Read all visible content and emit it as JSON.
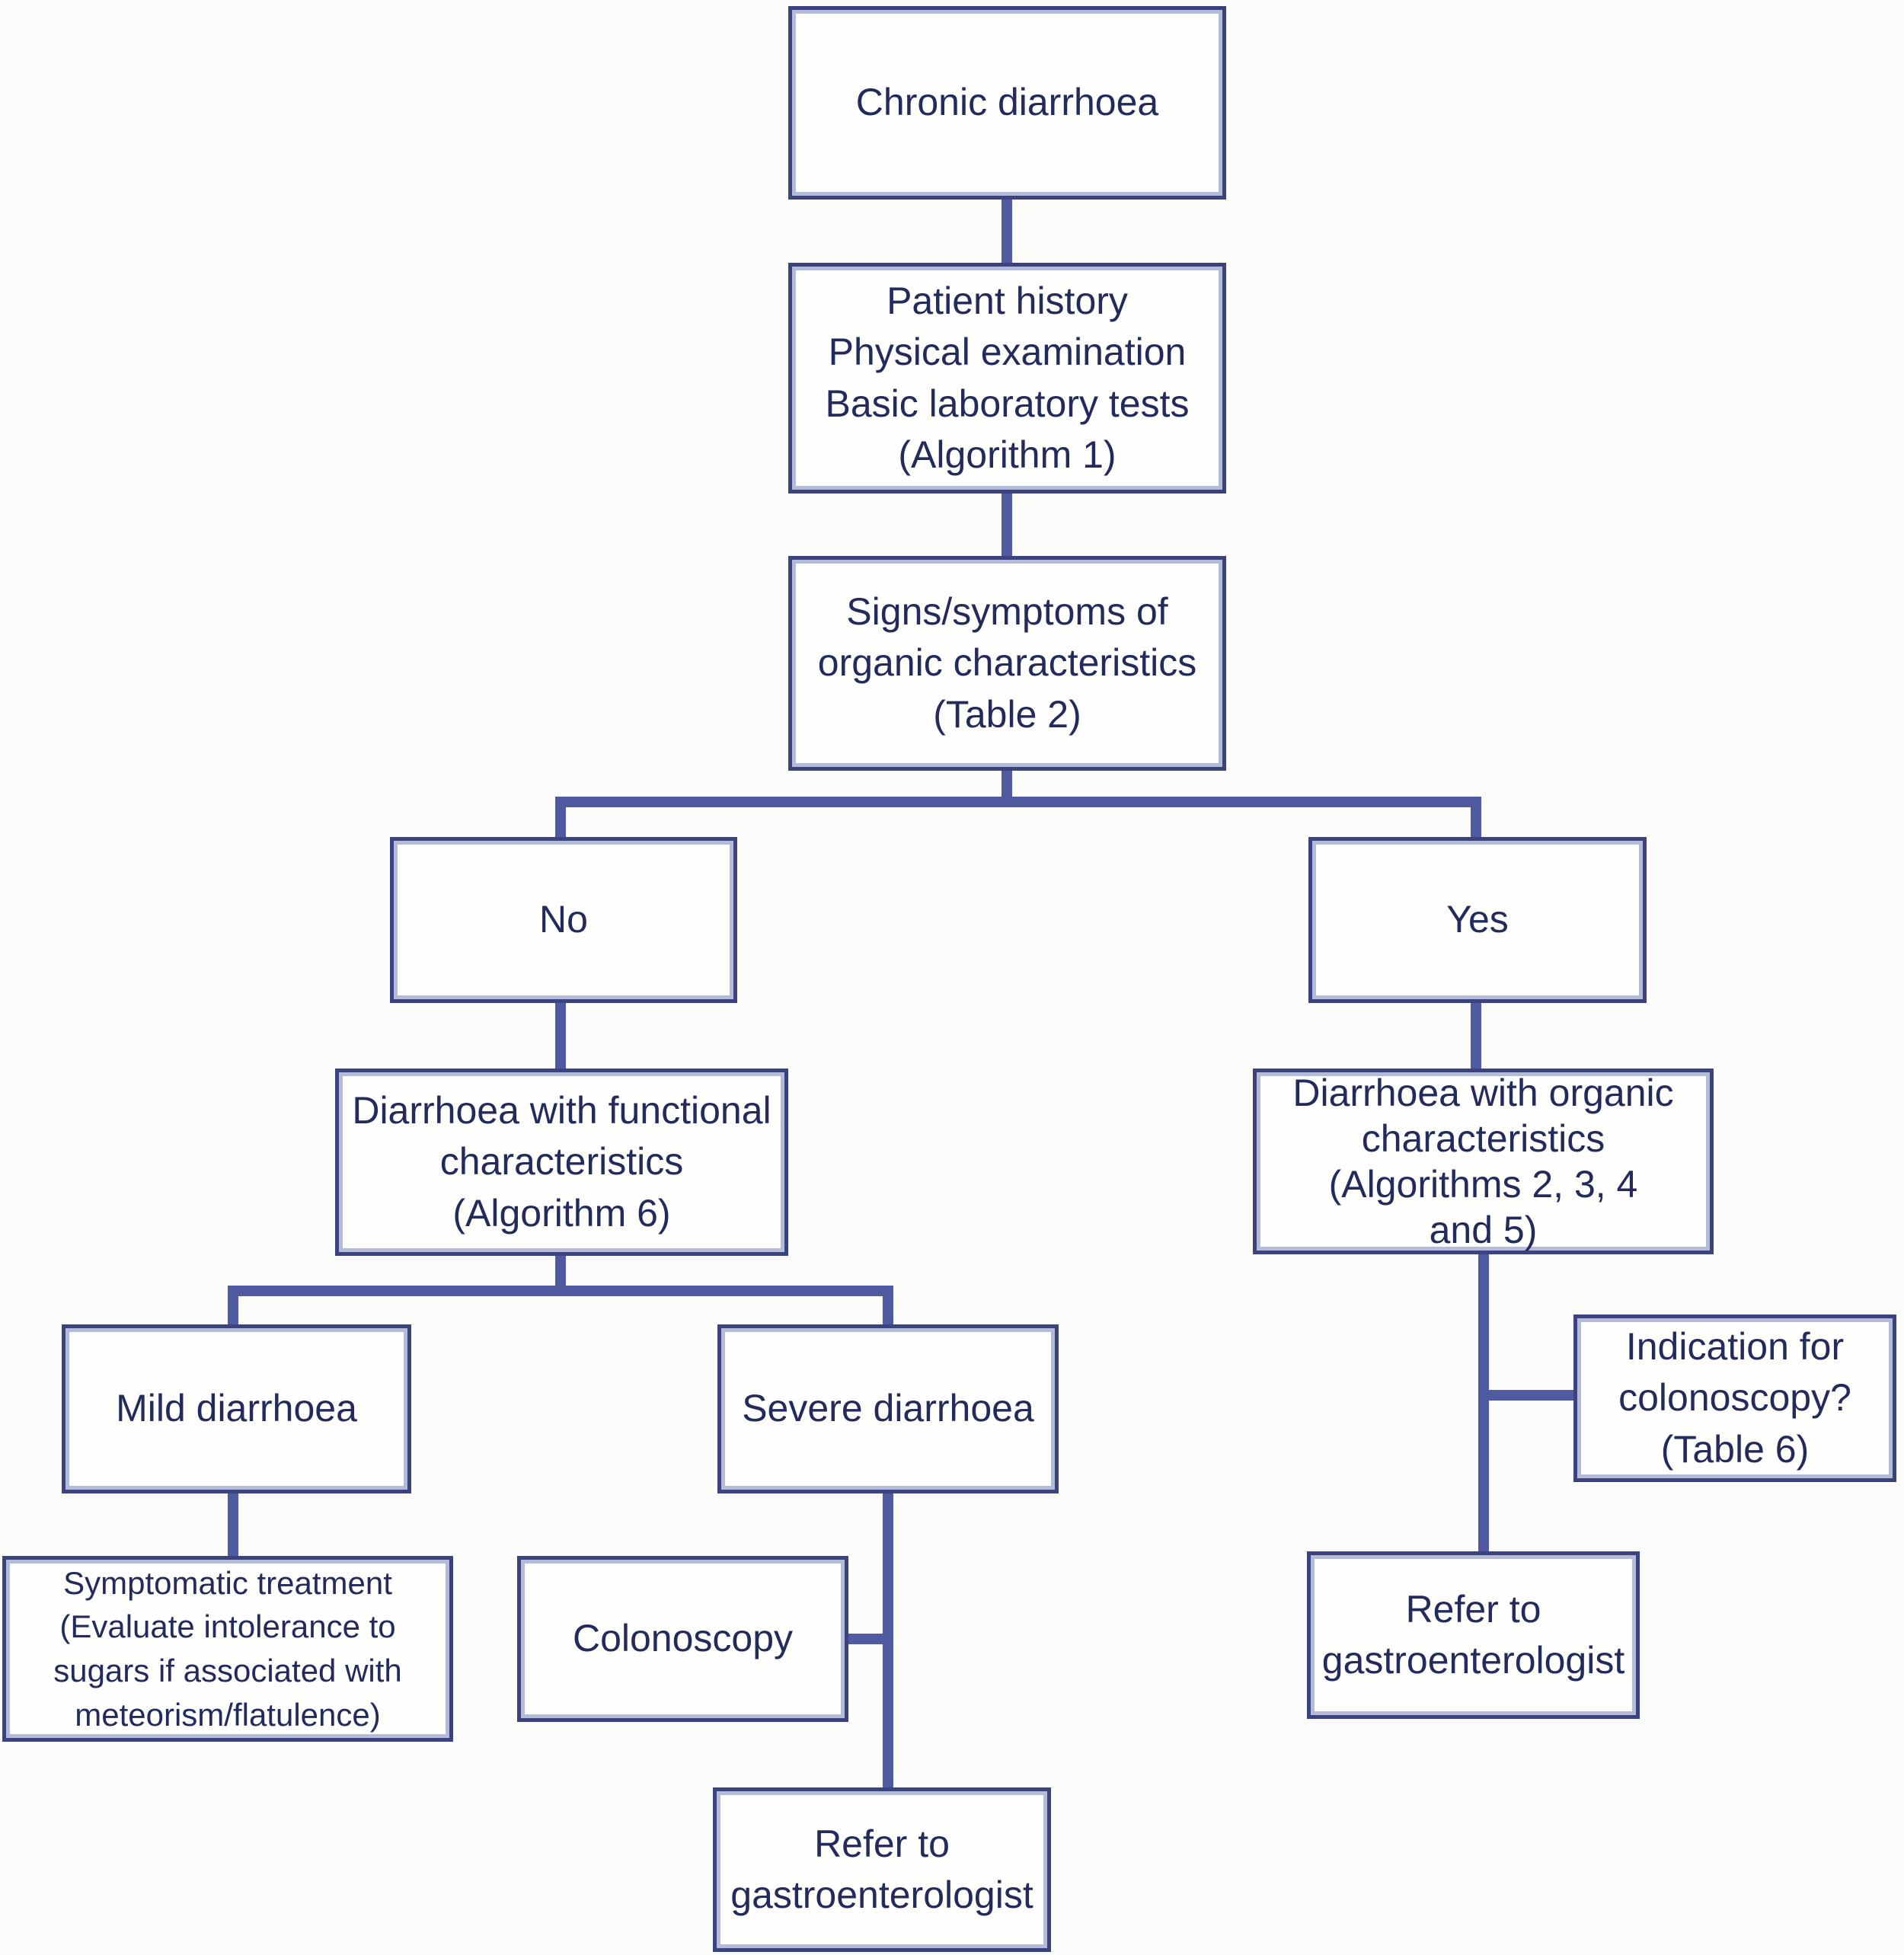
{
  "title": "Chronic diarrhoea management flowchart",
  "palette": {
    "bg": "#fcfcfa",
    "box-fill": "#fefefd",
    "box-border": "#3b437e",
    "box-inner": "#b3bbd9",
    "text": "#232a5c",
    "line": "#4f5aa1"
  },
  "nodes": {
    "chronic": {
      "text": "Chronic diarrhoea"
    },
    "history": {
      "text": "Patient history\nPhysical examination\nBasic laboratory tests\n(Algorithm 1)"
    },
    "signs": {
      "text": "Signs/symptoms of\norganic characteristics\n(Table 2)"
    },
    "no": {
      "text": "No"
    },
    "yes": {
      "text": "Yes"
    },
    "functional": {
      "text": "Diarrhoea with functional\ncharacteristics\n(Algorithm 6)"
    },
    "organic": {
      "text": "Diarrhoea with organic\ncharacteristics\n(Algorithms 2, 3, 4\nand 5)"
    },
    "mild": {
      "text": "Mild diarrhoea"
    },
    "severe": {
      "text": "Severe diarrhoea"
    },
    "indication": {
      "text": "Indication for\ncolonoscopy?\n(Table 6)"
    },
    "symptomatic": {
      "text": "Symptomatic treatment\n(Evaluate intolerance to\nsugars if associated with\nmeteorism/flatulence)"
    },
    "colonoscopy": {
      "text": "Colonoscopy"
    },
    "refer_right": {
      "text": "Refer to\ngastroenterologist"
    },
    "refer_bottom": {
      "text": "Refer to\ngastroenterologist"
    }
  }
}
